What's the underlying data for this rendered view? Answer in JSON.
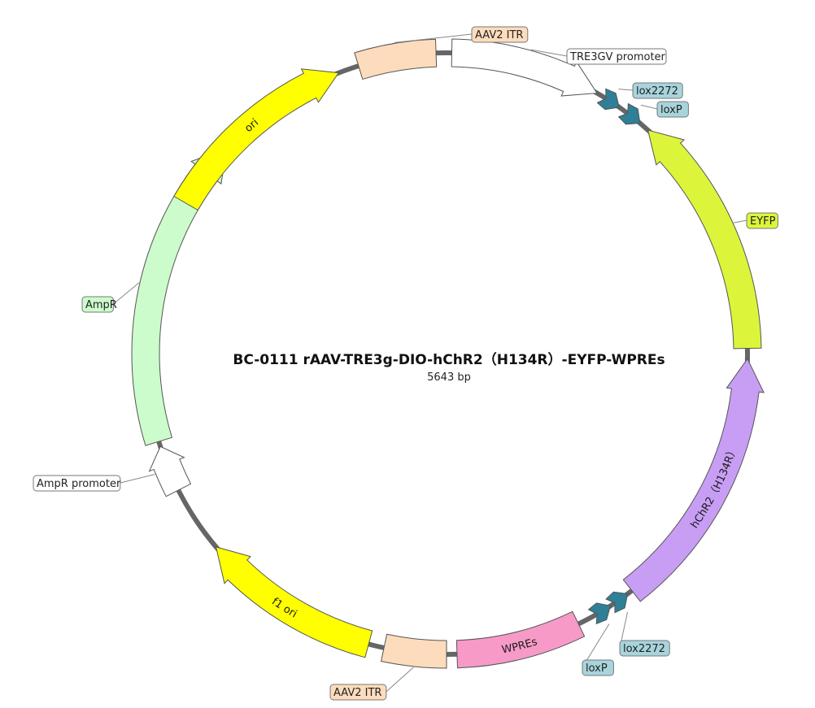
{
  "title": "BC-0111   rAAV-TRE3g-DIO-hChR2（H134R）-EYFP-WPREs",
  "length": "5643 bp",
  "features": [
    {
      "id": "aav2-itr-top",
      "label": "AAV2 ITR",
      "color": "#fcdcbc",
      "kind": "box",
      "start_deg": -17,
      "end_deg": -2,
      "label_style": "callout"
    },
    {
      "id": "tre3gv-promoter",
      "label": "TRE3GV promoter",
      "color": "#ffffff",
      "kind": "arrow",
      "start_deg": 1,
      "end_deg": 30,
      "label_style": "callout"
    },
    {
      "id": "lox2272-top",
      "label": "lox2272",
      "color": "#2e7f97",
      "kind": "lox",
      "start_deg": 31,
      "end_deg": 35,
      "label_style": "callout"
    },
    {
      "id": "loxp-top",
      "label": "loxP",
      "color": "#2e7f97",
      "kind": "lox",
      "start_deg": 36,
      "end_deg": 40,
      "label_style": "callout"
    },
    {
      "id": "eyfp",
      "label": "EYFP",
      "color": "#dcf53a",
      "kind": "arrow",
      "start_deg": 89,
      "end_deg": 42,
      "label_style": "callout"
    },
    {
      "id": "hchr2",
      "label": "hChR2（H134R）",
      "color": "#c89ef5",
      "kind": "arrow",
      "start_deg": 142,
      "end_deg": 91,
      "label_style": "inside"
    },
    {
      "id": "lox2272-bottom",
      "label": "lox2272",
      "color": "#2e7f97",
      "kind": "lox",
      "start_deg": 147,
      "end_deg": 143,
      "label_style": "callout"
    },
    {
      "id": "loxp-bottom",
      "label": "loxP",
      "color": "#2e7f97",
      "kind": "lox",
      "start_deg": 151,
      "end_deg": 147,
      "label_style": "callout"
    },
    {
      "id": "wpres",
      "label": "WPREs",
      "color": "#f79ac8",
      "kind": "box",
      "start_deg": 154,
      "end_deg": 178,
      "label_style": "inside"
    },
    {
      "id": "aav2-itr-bottom",
      "label": "AAV2 ITR",
      "color": "#fcdcbc",
      "kind": "box",
      "start_deg": 180,
      "end_deg": 192,
      "label_style": "callout"
    },
    {
      "id": "f1-ori",
      "label": "f1 ori",
      "color": "#ffff00",
      "kind": "arrow",
      "start_deg": 195,
      "end_deg": 230,
      "label_style": "inside"
    },
    {
      "id": "ampr-promoter",
      "label": "AMPR promoter",
      "color": "#ffffff",
      "kind": "arrow",
      "start_deg": 243,
      "end_deg": 252,
      "label_style": "callout"
    },
    {
      "id": "ampr",
      "label": "AmpR",
      "color": "#ccfccc",
      "kind": "arrow",
      "start_deg": 253,
      "end_deg": 313,
      "label_style": "callout"
    },
    {
      "id": "ori",
      "label": "ori",
      "color": "#ffff00",
      "kind": "arrow",
      "start_deg": 300,
      "end_deg": 339,
      "label_style": "inside"
    }
  ],
  "callout_labels": {
    "aav2-itr-top": "AAV2 ITR",
    "tre3gv-promoter": "TRE3GV promoter",
    "lox2272-top": "lox2272",
    "loxp-top": "loxP",
    "eyfp": "EYFP",
    "lox2272-bottom": "lox2272",
    "loxp-bottom": "loxP",
    "aav2-itr-bottom": "AAV2 ITR",
    "ampr-promoter": "AmpR promoter",
    "ampr": "AmpR"
  },
  "colors": {
    "backbone": "#666666",
    "lox_label_bg": "#a8d4dc",
    "itr_label_bg": "#fcdcbc",
    "eyfp_label_bg": "#dcf53a",
    "ampr_label_bg": "#ccfccc"
  }
}
